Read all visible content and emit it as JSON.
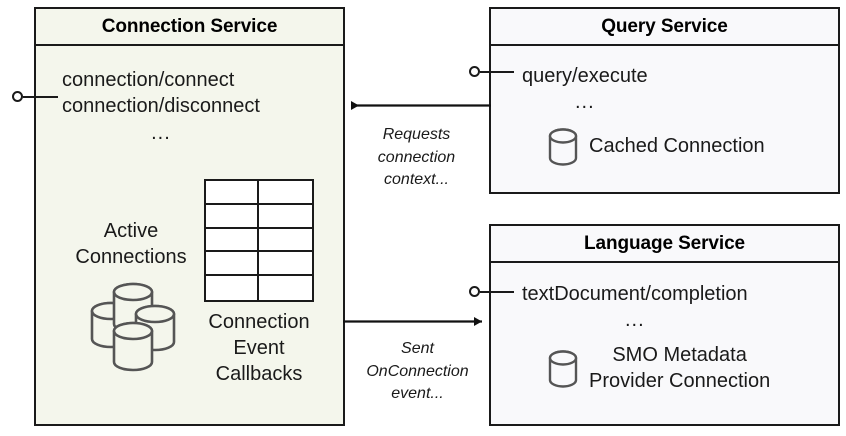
{
  "diagram": {
    "type": "uml-component-diagram",
    "background": "#ffffff",
    "stroke": "#1a1a1a"
  },
  "components": [
    {
      "id": "connection-service",
      "title": "Connection Service",
      "fill": "#f4f6ec",
      "operations": [
        "connection/connect",
        "connection/disconnect"
      ],
      "ellipsis": "...",
      "elements": [
        {
          "id": "active-connections",
          "label_line1": "Active",
          "label_line2": "Connections",
          "icon": "multi-cylinder-icon"
        },
        {
          "id": "connection-event-callbacks",
          "label_line1": "Connection",
          "label_line2": "Event",
          "label_line3": "Callbacks",
          "icon": "grid-table-icon",
          "rows": 5,
          "cols": 2
        }
      ]
    },
    {
      "id": "query-service",
      "title": "Query Service",
      "fill": "#f9f9fb",
      "operations": [
        "query/execute"
      ],
      "ellipsis": "...",
      "elements": [
        {
          "id": "cached-connection",
          "label_line1": "Cached Connection",
          "icon": "cylinder-icon"
        }
      ]
    },
    {
      "id": "language-service",
      "title": "Language Service",
      "fill": "#f9f9fb",
      "operations": [
        "textDocument/completion"
      ],
      "ellipsis": "...",
      "elements": [
        {
          "id": "smo-metadata-provider-connection",
          "label_line1": "SMO Metadata",
          "label_line2": "Provider Connection",
          "icon": "cylinder-icon"
        }
      ]
    }
  ],
  "edges": [
    {
      "id": "query-to-connection",
      "from": "query-service",
      "to": "connection-service",
      "direction": "left",
      "label_line1": "Requests",
      "label_line2": "connection",
      "label_line3": "context..."
    },
    {
      "id": "connection-to-language",
      "from": "connection-service",
      "to": "language-service",
      "direction": "right",
      "label_line1": "Sent",
      "label_line2": "OnConnection",
      "label_line3": "event..."
    }
  ]
}
